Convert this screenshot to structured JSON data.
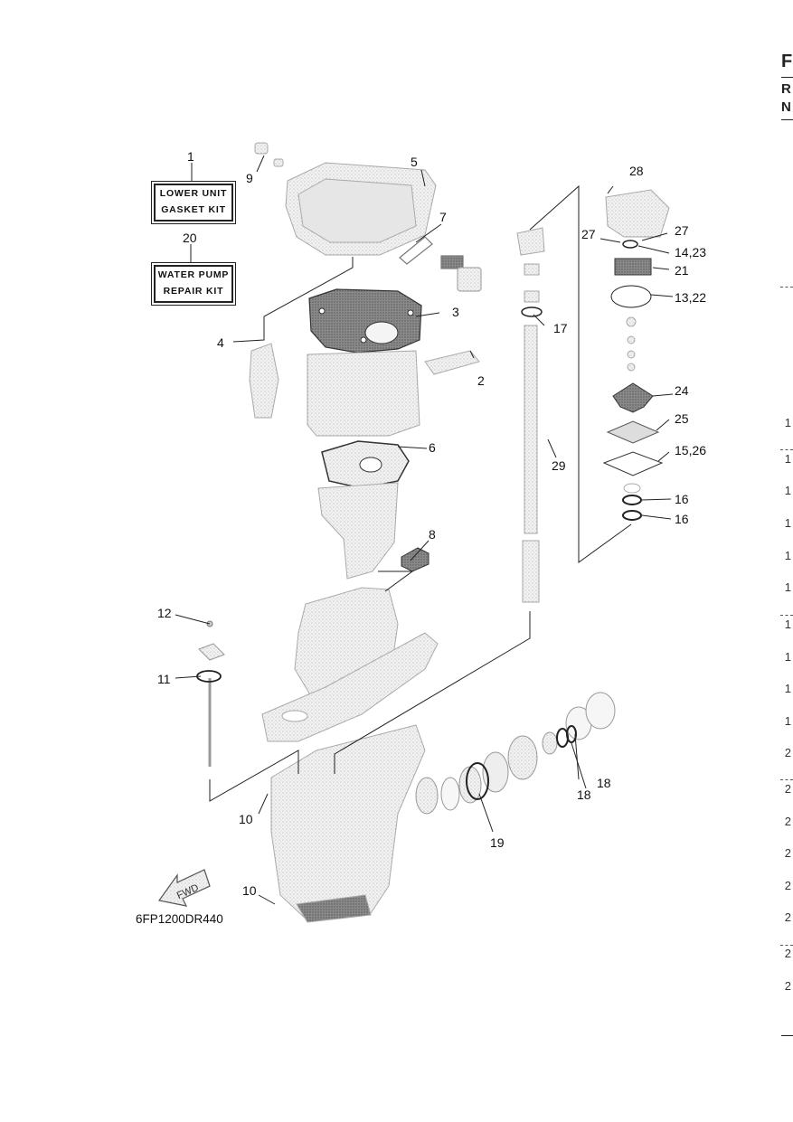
{
  "kits": {
    "lower_unit": {
      "ref": "1",
      "line1": "LOWER UNIT",
      "line2": "GASKET KIT"
    },
    "water_pump": {
      "ref": "20",
      "line1": "WATER PUMP",
      "line2": "REPAIR KIT"
    }
  },
  "callouts": {
    "c2": "2",
    "c3": "3",
    "c4": "4",
    "c5": "5",
    "c6": "6",
    "c7": "7",
    "c8": "8",
    "c9": "9",
    "c10a": "10",
    "c10b": "10",
    "c11": "11",
    "c12": "12",
    "c13_22": "13,22",
    "c14_23": "14,23",
    "c15_26": "15,26",
    "c16a": "16",
    "c16b": "16",
    "c17": "17",
    "c18a": "18",
    "c18b": "18",
    "c19": "19",
    "c21": "21",
    "c24": "24",
    "c25": "25",
    "c27a": "27",
    "c27b": "27",
    "c28": "28",
    "c29": "29"
  },
  "fwd_label": "FWD",
  "figure_code": "6FP1200DR440",
  "right_edge": {
    "header_letters": [
      "F",
      "R",
      "N"
    ],
    "row_digits": [
      "1",
      "1",
      "1",
      "1",
      "1",
      "1",
      "1",
      "1",
      "1",
      "1",
      "2",
      "2",
      "2",
      "2",
      "2",
      "2",
      "2",
      "2"
    ]
  }
}
